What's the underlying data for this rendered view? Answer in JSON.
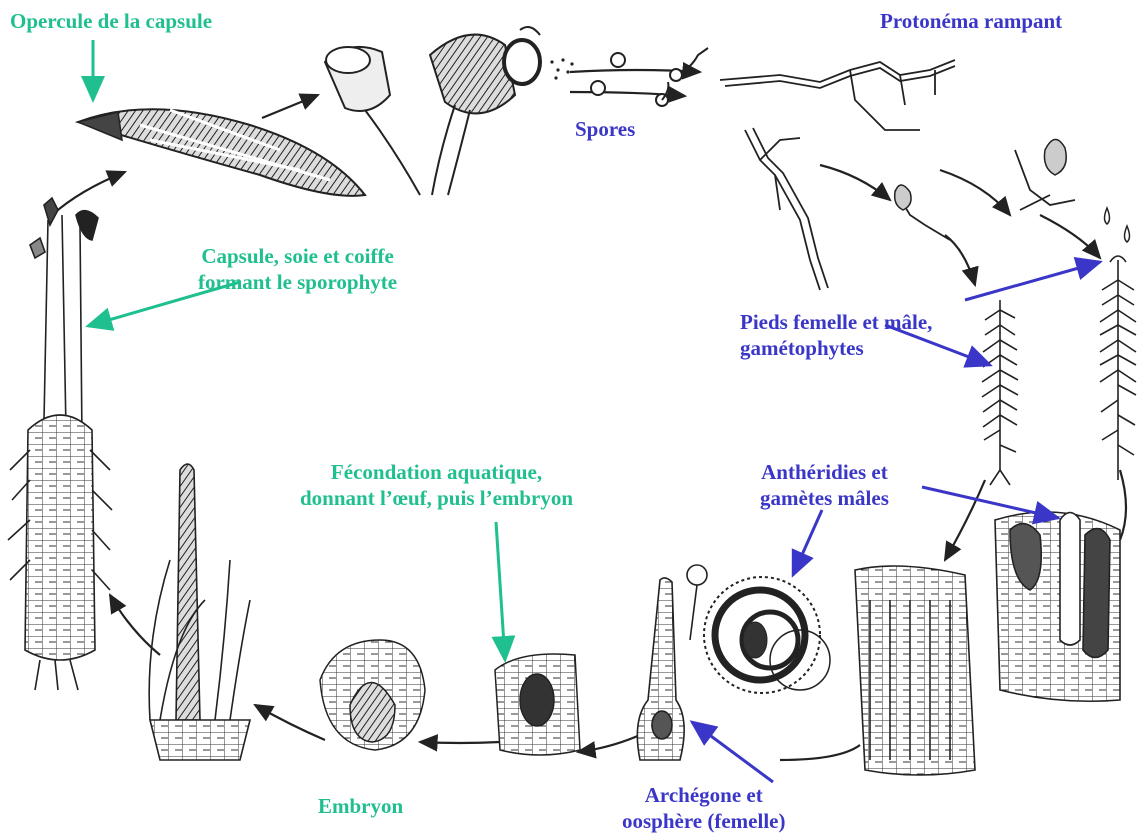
{
  "colors": {
    "green_label": "#1fbf8f",
    "blue_label": "#3a36c8",
    "ink": "#222222"
  },
  "labels": {
    "opercule": "Opercule de la capsule",
    "protonema": "Protonéma rampant",
    "spores": "Spores",
    "capsule_line1": "Capsule, soie et coiffe",
    "capsule_line2": "formant le sporophyte",
    "pieds_line1": "Pieds femelle et mâle,",
    "pieds_line2": "gamétophytes",
    "fecondation_line1": "Fécondation aquatique,",
    "fecondation_line2": "donnant l’œuf,  puis l’embryon",
    "antheridies_line1": "Anthéridies et",
    "antheridies_line2": "gamètes mâles",
    "embryon": "Embryon",
    "archegone_line1": "Archégone et",
    "archegone_line2": "oosphère (femelle)"
  }
}
